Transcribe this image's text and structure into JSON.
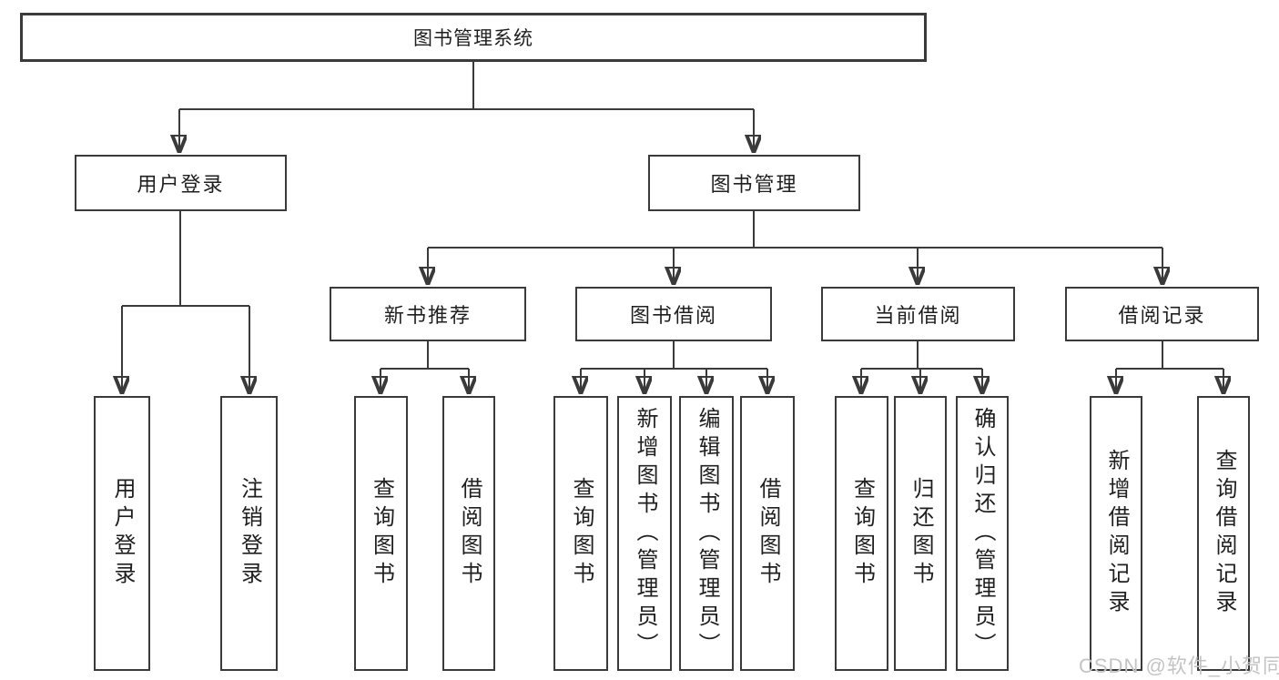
{
  "tree": {
    "root": {
      "label": "图书管理系统",
      "children": [
        {
          "label": "用户登录",
          "children": [
            {
              "label": "用户登录"
            },
            {
              "label": "注销登录"
            }
          ]
        },
        {
          "label": "图书管理",
          "children": [
            {
              "label": "新书推荐",
              "children": [
                {
                  "label": "查询图书"
                },
                {
                  "label": "借阅图书"
                }
              ]
            },
            {
              "label": "图书借阅",
              "children": [
                {
                  "label": "查询图书"
                },
                {
                  "label": "新增图书（管理员）"
                },
                {
                  "label": "编辑图书（管理员）"
                },
                {
                  "label": "借阅图书"
                }
              ]
            },
            {
              "label": "当前借阅",
              "children": [
                {
                  "label": "查询图书"
                },
                {
                  "label": "归还图书"
                },
                {
                  "label": "确认归还（管理员）"
                }
              ]
            },
            {
              "label": "借阅记录",
              "children": [
                {
                  "label": "新增借阅记录"
                },
                {
                  "label": "查询借阅记录"
                }
              ]
            }
          ]
        }
      ]
    }
  },
  "watermark": {
    "text": "CSDN @软件_小贺同学",
    "color": "#c4c4c4"
  },
  "colors": {
    "line": "#3a3a3a",
    "text": "#1f1f1f",
    "background": "#ffffff"
  }
}
